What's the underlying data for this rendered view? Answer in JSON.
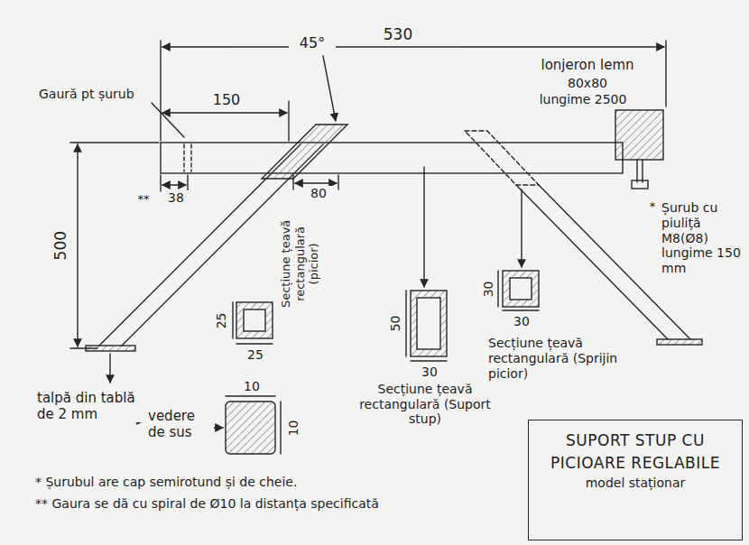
{
  "diagram": {
    "nodes": [
      {
        "text": [
          "SUPORT STUP CU PICIOARE REGLABILE",
          "model staționar"
        ]
      }
    ],
    "labels": [
      "530",
      "Gaură pt șurub",
      "150",
      "45°",
      "lonjeron lemn",
      "80x80",
      "lungime 2500",
      "**",
      "38",
      "80",
      "500",
      "Secțiune țeavă rectangulară (picior)",
      "*",
      "Șurub cu piuliță M8(Ø8) lungime 150 mm",
      "30",
      "30",
      "Secțiune țeavă rectangulară (Sprijin picior)",
      "25",
      "25",
      "50",
      "30",
      "Secțiune țeavă rectangulară (Suport stup)",
      "talpă din tablă de 2 mm",
      "vedere de sus",
      "10",
      "10",
      "* Șurubul are cap semirotund și de cheie.",
      "** Gaura se dă cu spiral de Ø10 la distanța specificată"
    ]
  }
}
